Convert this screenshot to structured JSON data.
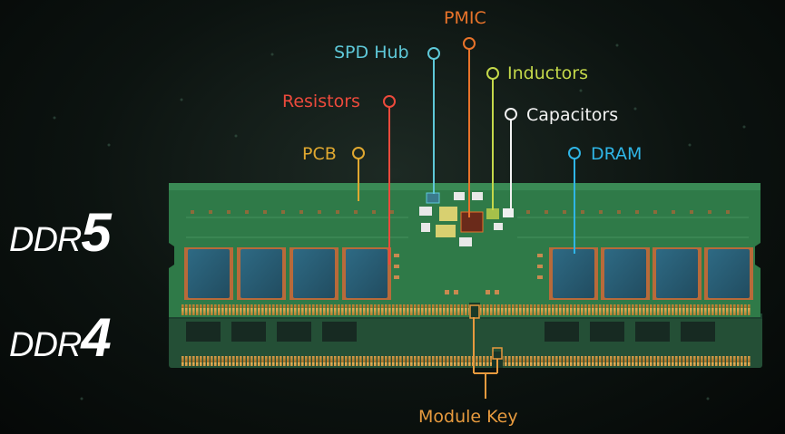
{
  "generations": {
    "ddr5": {
      "prefix": "DDR",
      "number": "5"
    },
    "ddr4": {
      "prefix": "DDR",
      "number": "4"
    }
  },
  "callouts": {
    "pmic": {
      "label": "PMIC",
      "color": "#e8732a"
    },
    "spd_hub": {
      "label": "SPD Hub",
      "color": "#5ec8d8"
    },
    "inductors": {
      "label": "Inductors",
      "color": "#c4d84a"
    },
    "resistors": {
      "label": "Resistors",
      "color": "#ec4a3c"
    },
    "capacitors": {
      "label": "Capacitors",
      "color": "#f2f2f2"
    },
    "pcb": {
      "label": "PCB",
      "color": "#e0a830"
    },
    "dram": {
      "label": "DRAM",
      "color": "#2fb5e6"
    },
    "module_key": {
      "label": "Module Key",
      "color": "#e79a3e"
    }
  },
  "colors": {
    "pcb_green": "#2f7a48",
    "dram_chip": "#2a5a70",
    "gold_contacts": "#c8913a"
  }
}
